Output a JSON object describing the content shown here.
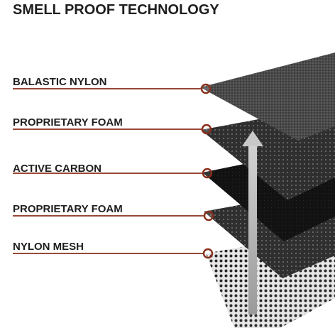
{
  "title": "SMELL PROOF TECHNOLOGY",
  "layers": [
    {
      "label": "BALASTIC NYLON",
      "material": "woven-gray-fabric"
    },
    {
      "label": "PROPRIETARY FOAM",
      "material": "perforated-dark-foam"
    },
    {
      "label": "ACTIVE CARBON",
      "material": "black-carbon-sheet"
    },
    {
      "label": "PROPRIETARY FOAM",
      "material": "perforated-dark-foam"
    },
    {
      "label": "NYLON MESH",
      "material": "white-on-black-mesh"
    }
  ],
  "colors": {
    "title": "#1e1e1e",
    "label": "#1e1e1e",
    "leader_line": "#8a2e1c",
    "marker_ring": "#8a2e1c",
    "fabric": "#4a4a4a",
    "foam": "#333333",
    "carbon": "#141414",
    "mesh_base": "#2a2a2a",
    "arrow": "#a8a8a8"
  },
  "icons": {
    "layer_marker": "ring-marker-icon",
    "flow_arrow": "up-arrow-icon"
  }
}
